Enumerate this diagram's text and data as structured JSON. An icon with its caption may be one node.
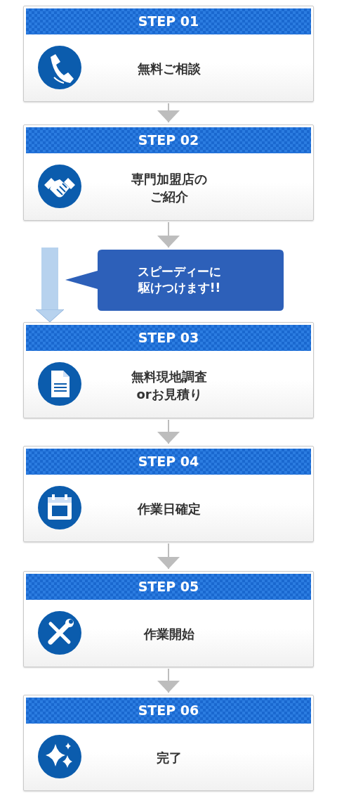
{
  "diagram": {
    "nodes": [
      {
        "text": [
          "STEP 01",
          "無料ご相談"
        ]
      },
      {
        "text": [
          "STEP 02",
          "専門加盟店のご紹介"
        ]
      },
      {
        "text": [
          "スピーディーに駆けつけます!!"
        ]
      },
      {
        "text": [
          "STEP 03",
          "無料現地調査orお見積り"
        ]
      },
      {
        "text": [
          "STEP 04",
          "作業日確定"
        ]
      },
      {
        "text": [
          "STEP 05",
          "作業開始"
        ]
      },
      {
        "text": [
          "STEP 06",
          "完了"
        ]
      }
    ],
    "edges": [
      {
        "from": 0,
        "to": 1,
        "arrow": "to"
      },
      {
        "from": 1,
        "to": 2,
        "arrow": "to"
      },
      {
        "from": null,
        "to": 3,
        "arrow": "to",
        "style": "thick",
        "color": "#b7d2ee"
      },
      {
        "from": 3,
        "to": 4,
        "arrow": "to"
      },
      {
        "from": 4,
        "to": 5,
        "arrow": "to"
      },
      {
        "from": 5,
        "to": 6,
        "arrow": "to"
      }
    ]
  }
}
